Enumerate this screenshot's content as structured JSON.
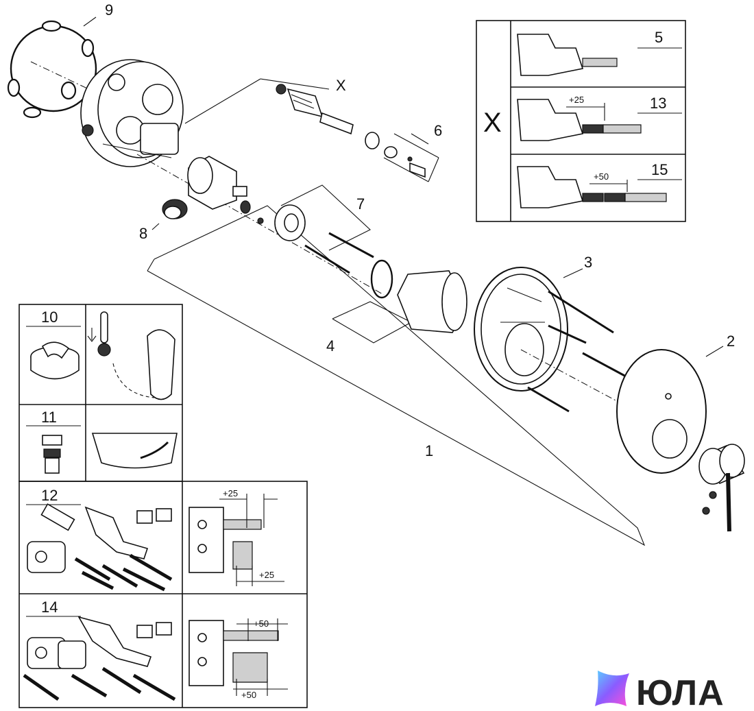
{
  "callouts": {
    "p1": "1",
    "p2": "2",
    "p3": "3",
    "p4": "4",
    "p5": "5",
    "p6": "6",
    "p7": "7",
    "p8": "8",
    "p9": "9",
    "p10": "10",
    "p11": "11",
    "p12": "12",
    "p13": "13",
    "p14": "14",
    "p15": "15",
    "x": "X"
  },
  "variant_box": {
    "label": "X",
    "dim_25": "+25",
    "dim_50": "+50"
  },
  "extension_panels": {
    "dim_25_top": "+25",
    "dim_25_bottom": "+25",
    "dim_50_top": "+50",
    "dim_50_bottom": "+50"
  },
  "brand": {
    "name": "ЮЛА",
    "gradient": [
      "#5ad1ff",
      "#8a5cff",
      "#ff4fd8"
    ]
  }
}
